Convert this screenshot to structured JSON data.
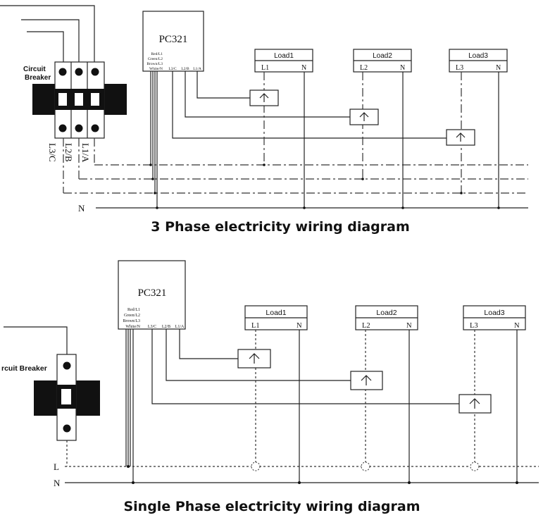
{
  "three_phase": {
    "caption": "3 Phase electricity wiring diagram",
    "meter": {
      "name": "PC321",
      "wire_labels": [
        "Red/L1",
        "Green/L2",
        "Brown/L3",
        "White/N"
      ],
      "terminal_labels": [
        "L3/C",
        "L2/B",
        "L1/A"
      ]
    },
    "breaker_label_line1": "Circuit",
    "breaker_label_line2": "Breaker",
    "phase_labels": [
      "L3/C",
      "L2/B",
      "L1/A"
    ],
    "neutral_label": "N",
    "loads": [
      {
        "name": "Load1",
        "line": "L1",
        "neutral": "N"
      },
      {
        "name": "Load2",
        "line": "L2",
        "neutral": "N"
      },
      {
        "name": "Load3",
        "line": "L3",
        "neutral": "N"
      }
    ]
  },
  "single_phase": {
    "caption": "Single Phase electricity wiring diagram",
    "meter": {
      "name": "PC321",
      "wire_labels": [
        "Red/L1",
        "Green/L2",
        "Brown/L3",
        "White/N"
      ],
      "terminal_labels": [
        "L3/C",
        "L2/B",
        "L1/A"
      ]
    },
    "breaker_label": "rcuit Breaker",
    "line_label": "L",
    "neutral_label": "N",
    "loads": [
      {
        "name": "Load1",
        "line": "L1",
        "neutral": "N"
      },
      {
        "name": "Load2",
        "line": "L2",
        "neutral": "N"
      },
      {
        "name": "Load3",
        "line": "L3",
        "neutral": "N"
      }
    ]
  }
}
